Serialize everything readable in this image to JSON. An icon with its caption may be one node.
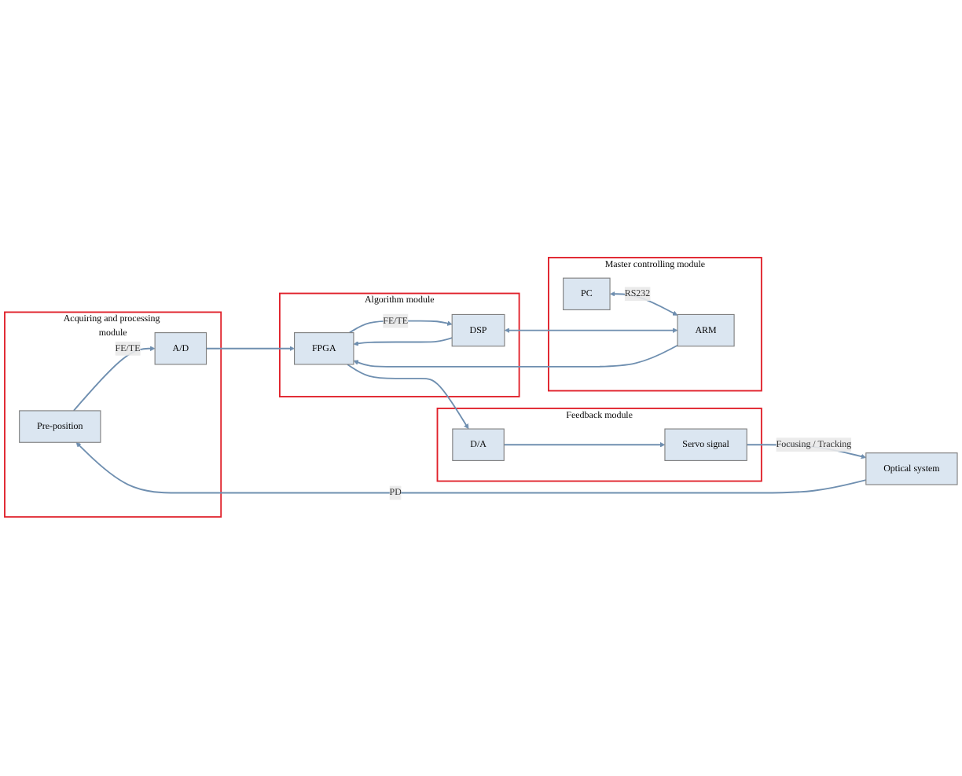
{
  "diagram": {
    "nodes": [
      {
        "text": [
          "Acquiring and processing module"
        ]
      },
      {
        "text": [
          "Algorithm module"
        ]
      },
      {
        "text": [
          "Feedback module"
        ]
      },
      {
        "text": [
          "Master controlling module"
        ]
      },
      {
        "text": [
          "Optical system"
        ]
      },
      {
        "text": [
          "Pre-position"
        ],
        "in": 0
      },
      {
        "text": [
          "A/D"
        ],
        "in": 0
      },
      {
        "text": [
          "FPGA"
        ],
        "in": 1
      },
      {
        "text": [
          "DSP"
        ],
        "in": 1
      },
      {
        "text": [
          "Servo signal"
        ],
        "in": 2
      },
      {
        "text": [
          "D/A"
        ],
        "in": 2
      },
      {
        "text": [
          "PC"
        ],
        "in": 3
      },
      {
        "text": [
          "ARM"
        ],
        "in": 3
      }
    ],
    "edges": [
      {
        "from": 4,
        "to": 5,
        "arrow": "to",
        "label": "PD"
      },
      {
        "from": 5,
        "to": 6,
        "arrow": "to",
        "label": "FE/TE"
      },
      {
        "from": 6,
        "to": 7,
        "arrow": "to"
      },
      {
        "from": 7,
        "to": 8,
        "arrow": "to",
        "label": "FE/TE"
      },
      {
        "from": 8,
        "to": 7,
        "arrow": "to"
      },
      {
        "from": 7,
        "to": 10,
        "arrow": "to"
      },
      {
        "from": 10,
        "to": 9,
        "arrow": "to"
      },
      {
        "from": 9,
        "to": 4,
        "arrow": "to",
        "label": "Focusing / Tracking"
      },
      {
        "from": 11,
        "to": 12,
        "arrow": "both",
        "label": "RS232"
      },
      {
        "from": 12,
        "to": 7,
        "arrow": "to"
      },
      {
        "from": 8,
        "to": 12,
        "arrow": "both"
      }
    ]
  }
}
